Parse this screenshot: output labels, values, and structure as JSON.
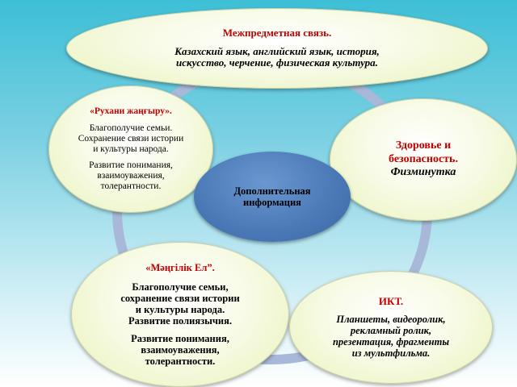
{
  "ring_color": "#a8b8d8",
  "title_color": "#c00000",
  "center_color": "#4a78b6",
  "top": {
    "title": "Межпредметная связь.",
    "line1": "Казахский язык, английский язык, история,",
    "line2": "искусство, черчение, физическая культура."
  },
  "ruhani": {
    "title": "«Рухани  жаңғыру».",
    "lines1": [
      "Благополучие семьи.",
      "Сохранение связи истории",
      "и культуры народа."
    ],
    "lines2": [
      "Развитие  понимания,",
      "взаимоуважения,",
      "толерантности."
    ]
  },
  "health": {
    "title_lines": [
      "Здоровье и",
      "безопасность."
    ],
    "subtitle": "Физминутка"
  },
  "center": {
    "lines": [
      "Дополнительная",
      "информация"
    ]
  },
  "mangilik": {
    "title": "«Мәңгілік Ел”.",
    "lines1": [
      "Благополучие семьи,",
      "сохранение связи  истории",
      "и культуры народа.",
      "Развитие полиязычия."
    ],
    "lines2": [
      "Развитие  понимания,",
      "взаимоуважения,",
      "толерантности."
    ]
  },
  "ikt": {
    "title": "ИКТ.",
    "lines": [
      "Планшеты, видеоролик,",
      "рекламный ролик,",
      "презентация, фрагменты",
      "из мультфильма."
    ]
  }
}
